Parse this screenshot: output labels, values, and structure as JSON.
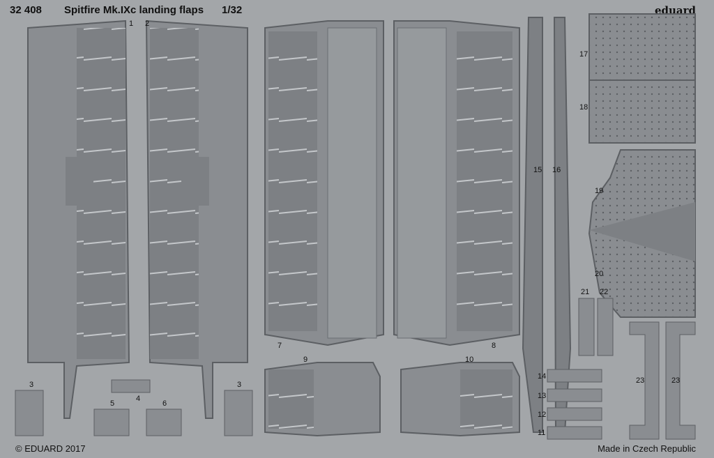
{
  "header": {
    "code": "32 408",
    "title": "Spitfire Mk.IXc landing flaps",
    "scale": "1/32",
    "brand": "eduard"
  },
  "footer": {
    "copyright": "© EDUARD 2017",
    "origin": "Made in Czech Republic"
  },
  "part_numbers": [
    "1",
    "2",
    "3",
    "3",
    "4",
    "5",
    "6",
    "7",
    "8",
    "9",
    "10",
    "11",
    "12",
    "13",
    "14",
    "15",
    "16",
    "17",
    "18",
    "19",
    "20",
    "21",
    "22",
    "23",
    "23"
  ],
  "colors": {
    "fret": "#a3a6a9",
    "etched": "#7d8084",
    "outline": "#5c5f63",
    "highlight": "#c4c7ca"
  }
}
